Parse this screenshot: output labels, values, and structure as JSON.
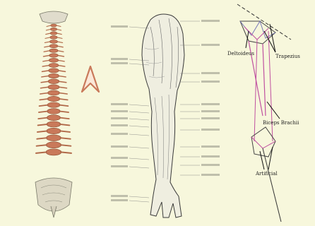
{
  "model": {
    "labels": {
      "trapezius": "Trapezius",
      "deltoideus": "Deltoideus",
      "biceps": "Biceps Brachii",
      "artificial": "Artificial"
    }
  },
  "colors": {
    "background": "#f7f7dc",
    "vertebra": "#c9795a",
    "model_lines": "#c050a0",
    "model_edges": "#444444"
  }
}
